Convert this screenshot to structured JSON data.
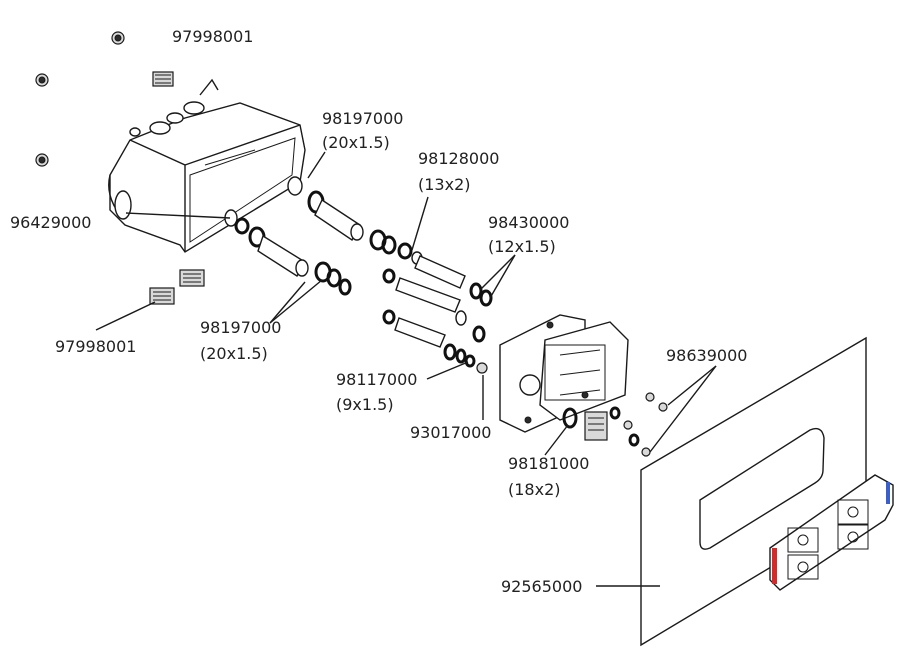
{
  "colors": {
    "line": "#1a1a1a",
    "hot": "#d42a2a",
    "cold": "#3a5fcd"
  },
  "labels": {
    "l1": "97998001",
    "l2a": "98197000",
    "l2b": "(20x1.5)",
    "l3a": "98128000",
    "l3b": "(13x2)",
    "l4a": "98430000",
    "l4b": "(12x1.5)",
    "l5": "96429000",
    "l6": "97998001",
    "l7a": "98197000",
    "l7b": "(20x1.5)",
    "l8a": "98117000",
    "l8b": "(9x1.5)",
    "l9": "93017000",
    "l10a": "98639000",
    "l11a": "98181000",
    "l11b": "(18x2)",
    "l12": "92565000"
  }
}
